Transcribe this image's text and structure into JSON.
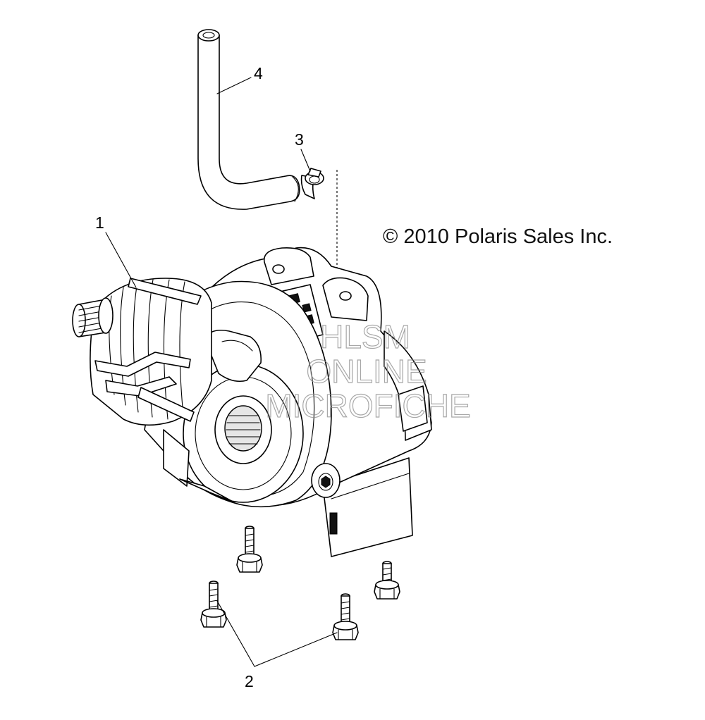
{
  "copyright": "© 2010 Polaris Sales Inc.",
  "watermark": [
    "HLSM",
    "ONLINE",
    "MICROFICHE"
  ],
  "callouts": {
    "part_1": "1",
    "part_2": "2",
    "part_3": "3",
    "part_4": "4"
  },
  "parts": [
    {
      "callout": "1",
      "name": "gearcase-icon"
    },
    {
      "callout": "2",
      "name": "bolt-icon"
    },
    {
      "callout": "3",
      "name": "hose-clamp-icon"
    },
    {
      "callout": "4",
      "name": "vent-hose-icon"
    }
  ]
}
